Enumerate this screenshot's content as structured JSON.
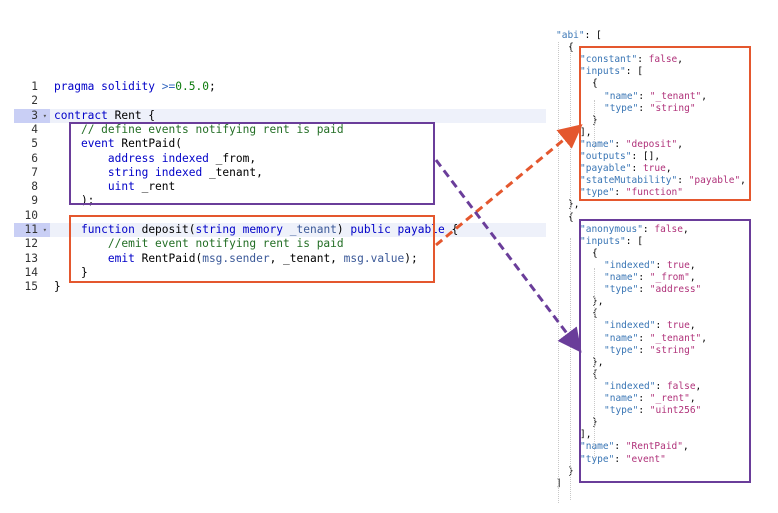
{
  "code_lines": [
    {
      "n": "1",
      "fold": "",
      "tokens": [
        [
          "kw",
          "pragma solidity "
        ],
        [
          "op",
          ">="
        ],
        [
          "num-lit",
          "0.5.0"
        ],
        [
          "id",
          ";"
        ]
      ]
    },
    {
      "n": "2",
      "fold": "",
      "tokens": []
    },
    {
      "n": "3",
      "fold": "▾",
      "tokens": [
        [
          "kw",
          "contract "
        ],
        [
          "id",
          "Rent {"
        ]
      ]
    },
    {
      "n": "4",
      "fold": "",
      "tokens": [
        [
          "id",
          "    "
        ],
        [
          "cm",
          "// define events notifying rent is paid"
        ]
      ]
    },
    {
      "n": "5",
      "fold": "",
      "tokens": [
        [
          "id",
          "    "
        ],
        [
          "kw",
          "event "
        ],
        [
          "id",
          "RentPaid("
        ]
      ]
    },
    {
      "n": "6",
      "fold": "",
      "tokens": [
        [
          "id",
          "        "
        ],
        [
          "ty",
          "address indexed "
        ],
        [
          "id",
          "_from,"
        ]
      ]
    },
    {
      "n": "7",
      "fold": "",
      "tokens": [
        [
          "id",
          "        "
        ],
        [
          "ty",
          "string indexed "
        ],
        [
          "id",
          "_tenant,"
        ]
      ]
    },
    {
      "n": "8",
      "fold": "",
      "tokens": [
        [
          "id",
          "        "
        ],
        [
          "ty",
          "uint "
        ],
        [
          "id",
          "_rent"
        ]
      ]
    },
    {
      "n": "9",
      "fold": "",
      "tokens": [
        [
          "id",
          "    );"
        ]
      ]
    },
    {
      "n": "10",
      "fold": "",
      "tokens": []
    },
    {
      "n": "11",
      "fold": "▾",
      "tokens": [
        [
          "id",
          "    "
        ],
        [
          "kw",
          "function "
        ],
        [
          "id",
          "deposit("
        ],
        [
          "kw",
          "string memory "
        ],
        [
          "hl-param",
          "_tenant"
        ],
        [
          "id",
          ") "
        ],
        [
          "kw",
          "public payable "
        ],
        [
          "id",
          "{"
        ]
      ]
    },
    {
      "n": "12",
      "fold": "",
      "tokens": [
        [
          "id",
          "        "
        ],
        [
          "cm",
          "//emit event notifying rent is paid"
        ]
      ]
    },
    {
      "n": "13",
      "fold": "",
      "tokens": [
        [
          "id",
          "        "
        ],
        [
          "kw",
          "emit "
        ],
        [
          "id",
          "RentPaid("
        ],
        [
          "hl-param",
          "msg.sender"
        ],
        [
          "id",
          ", _tenant, "
        ],
        [
          "hl-param",
          "msg.value"
        ],
        [
          "id",
          ");"
        ]
      ]
    },
    {
      "n": "14",
      "fold": "",
      "tokens": [
        [
          "id",
          "    }"
        ]
      ]
    },
    {
      "n": "15",
      "fold": "",
      "tokens": [
        [
          "id",
          "}"
        ]
      ]
    }
  ],
  "json_lines": [
    {
      "i": 0,
      "tokens": [
        [
          "jk",
          "\"abi\""
        ],
        [
          "jp",
          ": ["
        ]
      ]
    },
    {
      "i": 1,
      "tokens": [
        [
          "jp",
          "{"
        ]
      ]
    },
    {
      "i": 2,
      "tokens": [
        [
          "jk",
          "\"constant\""
        ],
        [
          "jp",
          ": "
        ],
        [
          "jv",
          "false"
        ],
        [
          "jp",
          ","
        ]
      ]
    },
    {
      "i": 2,
      "tokens": [
        [
          "jk",
          "\"inputs\""
        ],
        [
          "jp",
          ": ["
        ]
      ]
    },
    {
      "i": 3,
      "tokens": [
        [
          "jp",
          "{"
        ]
      ]
    },
    {
      "i": 4,
      "tokens": [
        [
          "jk",
          "\"name\""
        ],
        [
          "jp",
          ": "
        ],
        [
          "jv",
          "\"_tenant\""
        ],
        [
          "jp",
          ","
        ]
      ]
    },
    {
      "i": 4,
      "tokens": [
        [
          "jk",
          "\"type\""
        ],
        [
          "jp",
          ": "
        ],
        [
          "jv",
          "\"string\""
        ]
      ]
    },
    {
      "i": 3,
      "tokens": [
        [
          "jp",
          "}"
        ]
      ]
    },
    {
      "i": 2,
      "tokens": [
        [
          "jp",
          "],"
        ]
      ]
    },
    {
      "i": 2,
      "tokens": [
        [
          "jk",
          "\"name\""
        ],
        [
          "jp",
          ": "
        ],
        [
          "jv",
          "\"deposit\""
        ],
        [
          "jp",
          ","
        ]
      ]
    },
    {
      "i": 2,
      "tokens": [
        [
          "jk",
          "\"outputs\""
        ],
        [
          "jp",
          ": [],"
        ]
      ]
    },
    {
      "i": 2,
      "tokens": [
        [
          "jk",
          "\"payable\""
        ],
        [
          "jp",
          ": "
        ],
        [
          "jv",
          "true"
        ],
        [
          "jp",
          ","
        ]
      ]
    },
    {
      "i": 2,
      "tokens": [
        [
          "jk",
          "\"stateMutability\""
        ],
        [
          "jp",
          ": "
        ],
        [
          "jv",
          "\"payable\""
        ],
        [
          "jp",
          ","
        ]
      ]
    },
    {
      "i": 2,
      "tokens": [
        [
          "jk",
          "\"type\""
        ],
        [
          "jp",
          ": "
        ],
        [
          "jv",
          "\"function\""
        ]
      ]
    },
    {
      "i": 1,
      "tokens": [
        [
          "jp",
          "},"
        ]
      ]
    },
    {
      "i": 1,
      "tokens": [
        [
          "jp",
          "{"
        ]
      ]
    },
    {
      "i": 2,
      "tokens": [
        [
          "jk",
          "\"anonymous\""
        ],
        [
          "jp",
          ": "
        ],
        [
          "jv",
          "false"
        ],
        [
          "jp",
          ","
        ]
      ]
    },
    {
      "i": 2,
      "tokens": [
        [
          "jk",
          "\"inputs\""
        ],
        [
          "jp",
          ": ["
        ]
      ]
    },
    {
      "i": 3,
      "tokens": [
        [
          "jp",
          "{"
        ]
      ]
    },
    {
      "i": 4,
      "tokens": [
        [
          "jk",
          "\"indexed\""
        ],
        [
          "jp",
          ": "
        ],
        [
          "jv",
          "true"
        ],
        [
          "jp",
          ","
        ]
      ]
    },
    {
      "i": 4,
      "tokens": [
        [
          "jk",
          "\"name\""
        ],
        [
          "jp",
          ": "
        ],
        [
          "jv",
          "\"_from\""
        ],
        [
          "jp",
          ","
        ]
      ]
    },
    {
      "i": 4,
      "tokens": [
        [
          "jk",
          "\"type\""
        ],
        [
          "jp",
          ": "
        ],
        [
          "jv",
          "\"address\""
        ]
      ]
    },
    {
      "i": 3,
      "tokens": [
        [
          "jp",
          "},"
        ]
      ]
    },
    {
      "i": 3,
      "tokens": [
        [
          "jp",
          "{"
        ]
      ]
    },
    {
      "i": 4,
      "tokens": [
        [
          "jk",
          "\"indexed\""
        ],
        [
          "jp",
          ": "
        ],
        [
          "jv",
          "true"
        ],
        [
          "jp",
          ","
        ]
      ]
    },
    {
      "i": 4,
      "tokens": [
        [
          "jk",
          "\"name\""
        ],
        [
          "jp",
          ": "
        ],
        [
          "jv",
          "\"_tenant\""
        ],
        [
          "jp",
          ","
        ]
      ]
    },
    {
      "i": 4,
      "tokens": [
        [
          "jk",
          "\"type\""
        ],
        [
          "jp",
          ": "
        ],
        [
          "jv",
          "\"string\""
        ]
      ]
    },
    {
      "i": 3,
      "tokens": [
        [
          "jp",
          "},"
        ]
      ]
    },
    {
      "i": 3,
      "tokens": [
        [
          "jp",
          "{"
        ]
      ]
    },
    {
      "i": 4,
      "tokens": [
        [
          "jk",
          "\"indexed\""
        ],
        [
          "jp",
          ": "
        ],
        [
          "jv",
          "false"
        ],
        [
          "jp",
          ","
        ]
      ]
    },
    {
      "i": 4,
      "tokens": [
        [
          "jk",
          "\"name\""
        ],
        [
          "jp",
          ": "
        ],
        [
          "jv",
          "\"_rent\""
        ],
        [
          "jp",
          ","
        ]
      ]
    },
    {
      "i": 4,
      "tokens": [
        [
          "jk",
          "\"type\""
        ],
        [
          "jp",
          ": "
        ],
        [
          "jv",
          "\"uint256\""
        ]
      ]
    },
    {
      "i": 3,
      "tokens": [
        [
          "jp",
          "}"
        ]
      ]
    },
    {
      "i": 2,
      "tokens": [
        [
          "jp",
          "],"
        ]
      ]
    },
    {
      "i": 2,
      "tokens": [
        [
          "jk",
          "\"name\""
        ],
        [
          "jp",
          ": "
        ],
        [
          "jv",
          "\"RentPaid\""
        ],
        [
          "jp",
          ","
        ]
      ]
    },
    {
      "i": 2,
      "tokens": [
        [
          "jk",
          "\"type\""
        ],
        [
          "jp",
          ": "
        ],
        [
          "jv",
          "\"event\""
        ]
      ]
    },
    {
      "i": 1,
      "tokens": [
        [
          "jp",
          "}"
        ]
      ]
    },
    {
      "i": 0,
      "tokens": [
        [
          "jp",
          "]"
        ]
      ]
    }
  ],
  "colors": {
    "event_box": "#6a3d9a",
    "function_box": "#e4572e",
    "active_line": "#dfe2ff"
  }
}
